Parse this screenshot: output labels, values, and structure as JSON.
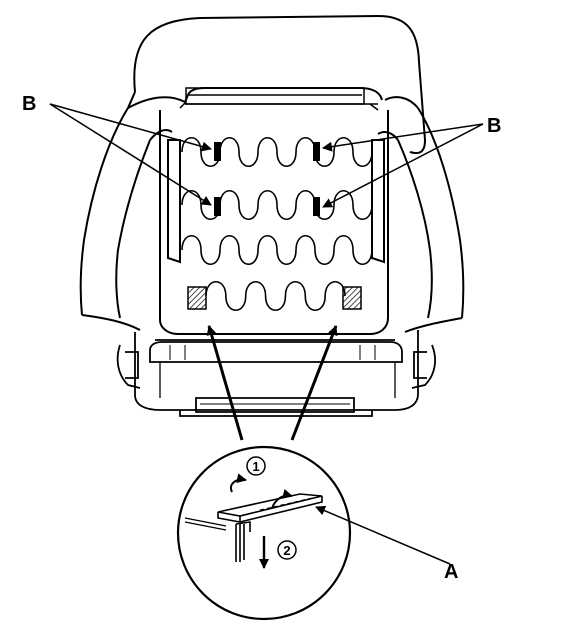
{
  "callouts": {
    "b_left": "B",
    "b_right": "B",
    "a": "A",
    "step_1": "1",
    "step_2": "2"
  },
  "colors": {
    "ink": "#000000",
    "paper": "#ffffff"
  }
}
